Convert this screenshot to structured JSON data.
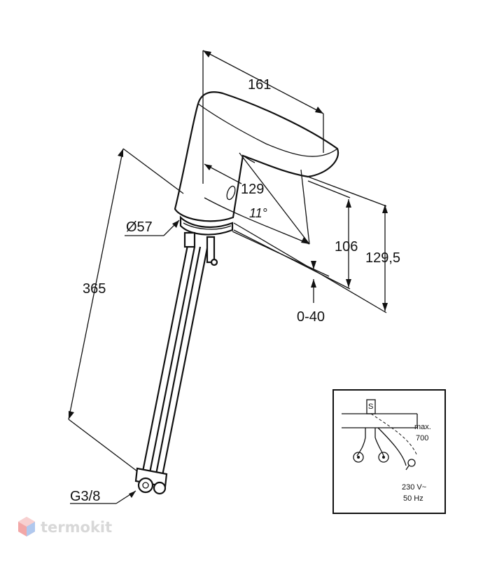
{
  "dimensions": {
    "spout_length": "161",
    "spout_height": "129",
    "angle": "11°",
    "diameter": "Ø57",
    "hose_length": "365",
    "outlet_height": "106",
    "total_height": "129,5",
    "thickness_range": "0-40",
    "connection_thread": "G3/8"
  },
  "inset": {
    "max_label": "max.",
    "max_value": "700",
    "voltage": "230 V~",
    "frequency": "50 Hz",
    "marker": "S"
  },
  "watermark": {
    "text": "termokit",
    "colors": [
      "#f2a7a7",
      "#f7d0d0",
      "#b0c8ee"
    ]
  }
}
